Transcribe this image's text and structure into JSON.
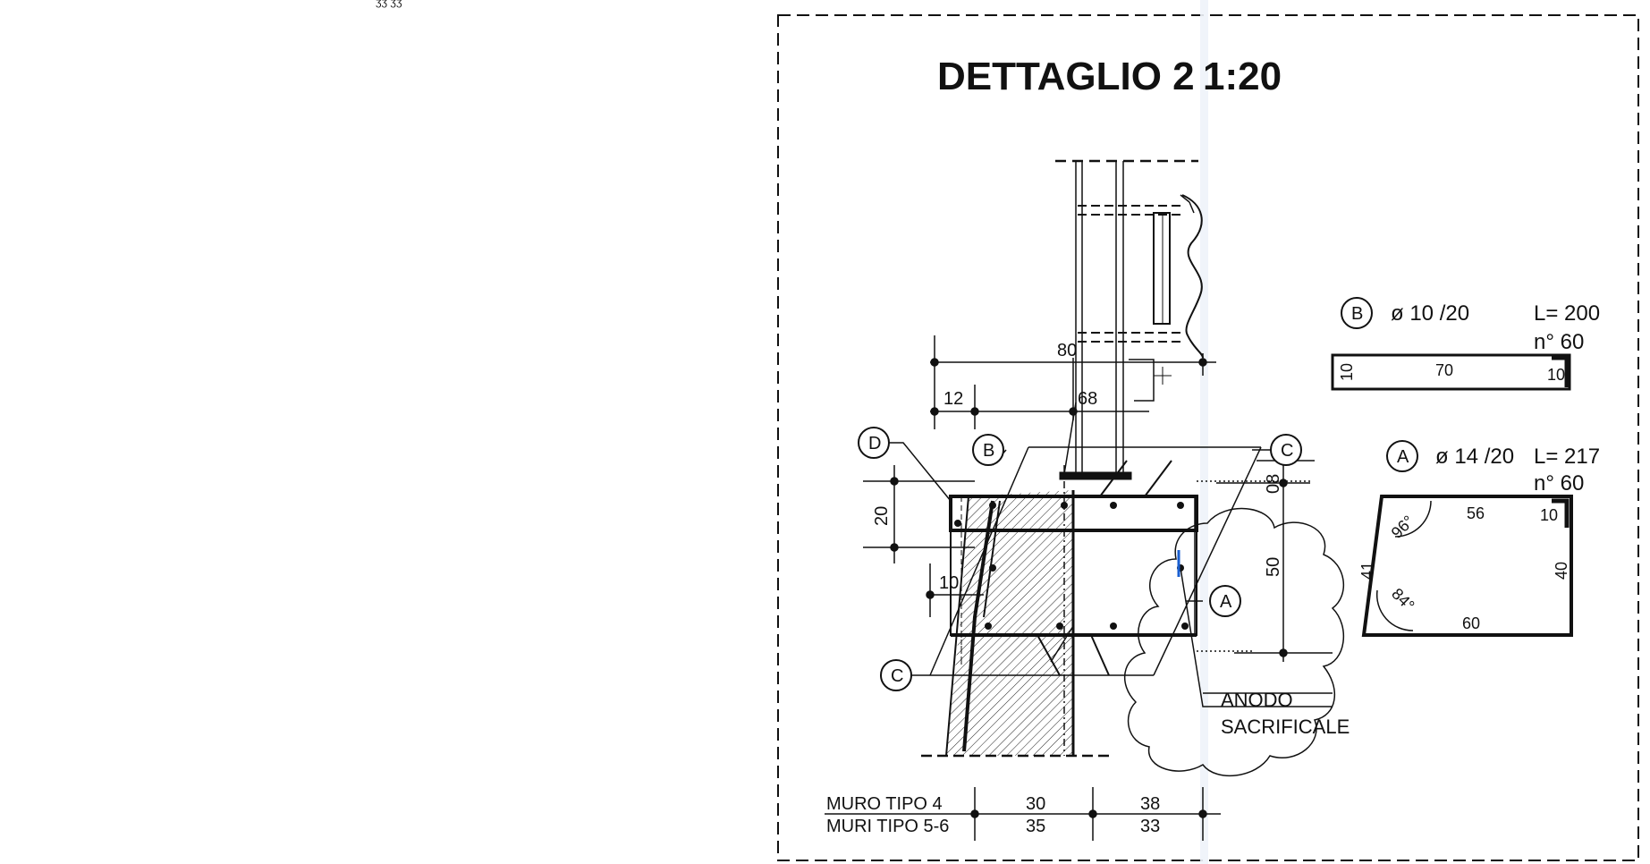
{
  "drawing": {
    "title": "DETTAGLIO 2",
    "scale": "1:20",
    "dims": {
      "top": "80",
      "d12": "12",
      "d68": "68",
      "d20": "20",
      "d10": "10",
      "d08": "08",
      "d50": "50"
    },
    "markers": {
      "D": "D",
      "B": "B",
      "C_top": "C",
      "C_bottom": "C",
      "A": "A"
    },
    "anode_label_1": "ANODO",
    "anode_label_2": "SACRIFICALE",
    "wall_table": {
      "row1_label": "MURO TIPO 4",
      "row1_v1": "30",
      "row1_v2": "38",
      "row2_label": "MURI TIPO 5-6",
      "row2_v1": "35",
      "row2_v2": "33"
    }
  },
  "bar_B": {
    "marker": "B",
    "spec": "ø 10 /20",
    "length": "L= 200",
    "count": "n° 60",
    "seg_left": "10",
    "seg_mid": "70",
    "seg_right": "10"
  },
  "bar_A": {
    "marker": "A",
    "spec": "ø 14 /20",
    "length": "L= 217",
    "count": "n° 60",
    "seg_top": "56",
    "seg_hook": "10",
    "seg_left": "41",
    "seg_right": "40",
    "seg_bottom": "60",
    "angle_top": "96°",
    "angle_bottom": "84°"
  },
  "top_left_marks": "ʒʒ ʒʒ"
}
